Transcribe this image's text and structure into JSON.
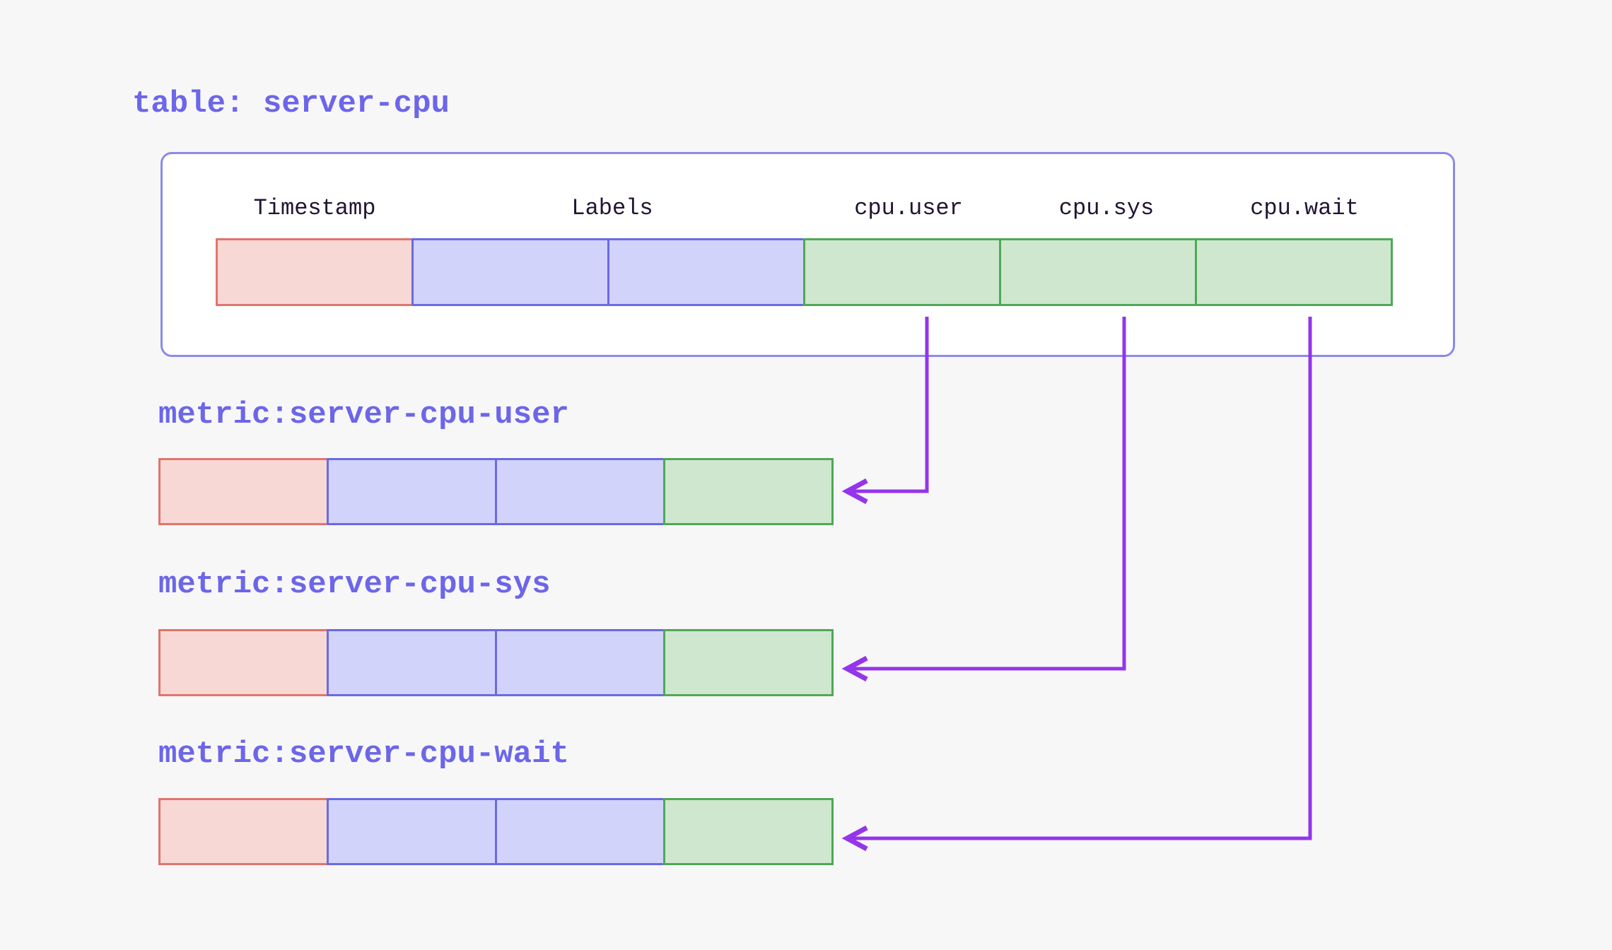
{
  "diagram": {
    "table": {
      "title": "table: server-cpu",
      "columns": [
        {
          "label": "Timestamp",
          "kind": "timestamp"
        },
        {
          "label": "Labels",
          "kind": "labels",
          "cells": 2
        },
        {
          "label": "cpu.user",
          "kind": "field"
        },
        {
          "label": "cpu.sys",
          "kind": "field"
        },
        {
          "label": "cpu.wait",
          "kind": "field"
        }
      ]
    },
    "metrics": [
      {
        "label": "metric:server-cpu-user"
      },
      {
        "label": "metric:server-cpu-sys"
      },
      {
        "label": "metric:server-cpu-wait"
      }
    ],
    "connections": [
      {
        "from": "cpu.user",
        "to": "metric:server-cpu-user"
      },
      {
        "from": "cpu.sys",
        "to": "metric:server-cpu-sys"
      },
      {
        "from": "cpu.wait",
        "to": "metric:server-cpu-wait"
      }
    ],
    "colors": {
      "page_bg": "#F8F7F8",
      "container_bg": "#FFFFFF",
      "container_border": "#8A8AEC",
      "accent_text": "#6C66E9",
      "header_text": "#221433",
      "timestamp_fill": "#F8D8D4",
      "timestamp_border": "#E0756E",
      "labels_fill": "#D2D3FB",
      "labels_border": "#6A6AE4",
      "field_fill": "#CFE7CE",
      "field_border": "#4EA957",
      "arrow": "#9435EB"
    }
  }
}
